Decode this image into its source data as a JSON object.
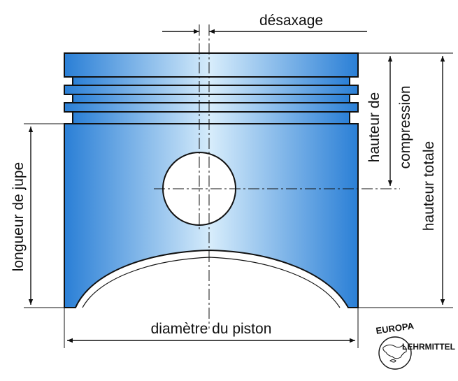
{
  "labels": {
    "offset": "désaxage",
    "compression_height": [
      "hauteur de",
      "compression"
    ],
    "total_height": "hauteur totale",
    "skirt_length": "longueur de jupe",
    "piston_diameter": "diamètre du piston"
  },
  "logo": {
    "top": "EUROPA",
    "side": "LEHRMITTEL"
  },
  "colors": {
    "piston_edge": "#2a7fd6",
    "piston_center": "#d6ecfb",
    "outline": "#111111"
  }
}
